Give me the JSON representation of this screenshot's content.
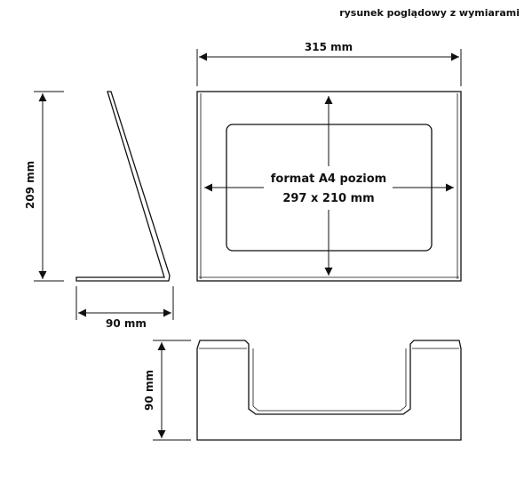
{
  "caption": "rysunek poglądowy z wymiarami",
  "dimensions": {
    "front_width": "315 mm",
    "side_height": "209 mm",
    "side_depth": "90 mm",
    "bottom_height": "90 mm"
  },
  "insert": {
    "line1": "format A4 poziom",
    "line2": "297 x 210 mm"
  },
  "colors": {
    "line": "#111111",
    "background": "#ffffff"
  }
}
